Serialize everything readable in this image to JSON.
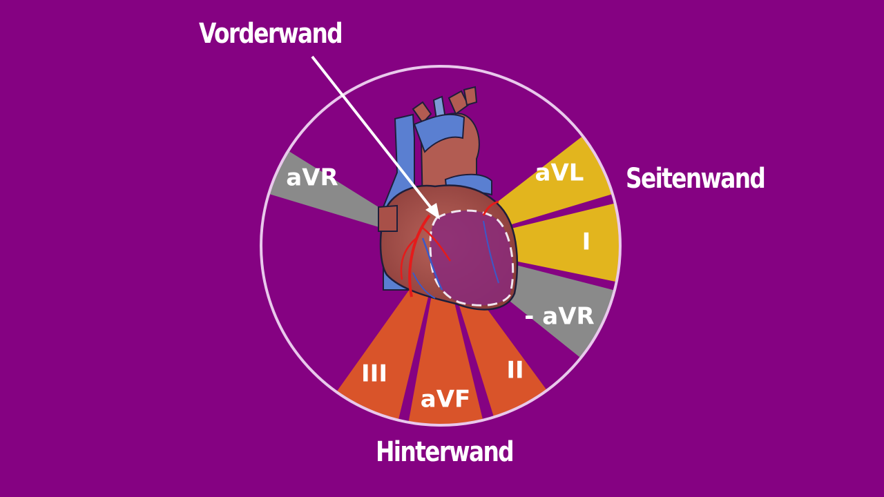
{
  "labels": {
    "anterior_wall": "Vorderwand",
    "lateral_wall": "Seitenwand",
    "inferior_wall": "Hinterwand"
  },
  "leads": {
    "avr": "aVR",
    "avl": "aVL",
    "i": "I",
    "minus_avr": "- aVR",
    "ii": "II",
    "avf": "aVF",
    "iii": "III"
  },
  "colors": {
    "background": "#850282",
    "grey_sector": "#8a8a8a",
    "lateral_sector": "#e2b51e",
    "inferior_sector": "#d9542a",
    "circle": "#e9c9ec"
  }
}
